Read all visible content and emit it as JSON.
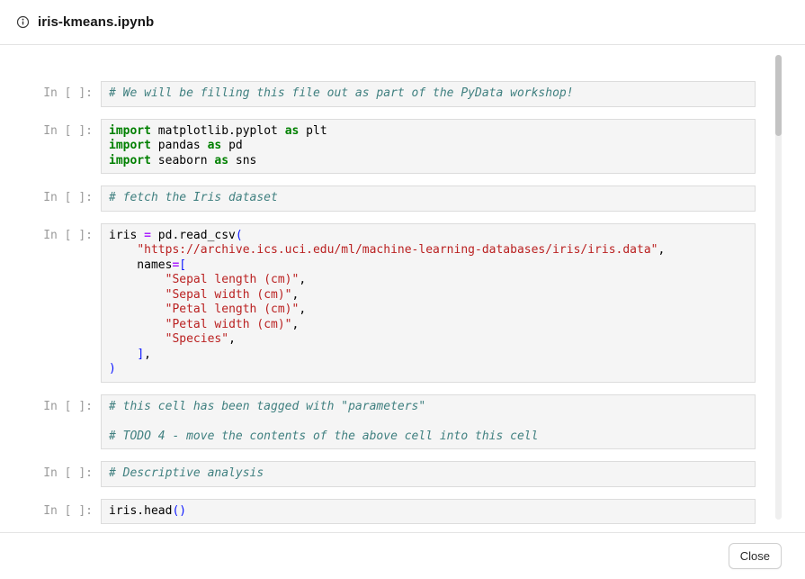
{
  "window": {
    "title": "iris-kmeans.ipynb",
    "close_label": "Close"
  },
  "colors": {
    "keyword": "#008000",
    "string": "#ba2121",
    "operator": "#aa22ff",
    "comment": "#408080",
    "bracket": "#0b16ff",
    "cell_background": "#f5f5f5",
    "cell_border": "#dcdcdc"
  },
  "notebook": {
    "prompt": "In [ ]:",
    "cells": [
      {
        "lines": [
          [
            [
              "c",
              "# We will be filling this file out as part of the PyData workshop!"
            ]
          ]
        ]
      },
      {
        "lines": [
          [
            [
              "k",
              "import"
            ],
            [
              "t",
              " matplotlib.pyplot "
            ],
            [
              "k",
              "as"
            ],
            [
              "t",
              " plt"
            ]
          ],
          [
            [
              "k",
              "import"
            ],
            [
              "t",
              " pandas "
            ],
            [
              "k",
              "as"
            ],
            [
              "t",
              " pd"
            ]
          ],
          [
            [
              "k",
              "import"
            ],
            [
              "t",
              " seaborn "
            ],
            [
              "k",
              "as"
            ],
            [
              "t",
              " sns"
            ]
          ]
        ]
      },
      {
        "lines": [
          [
            [
              "c",
              "# fetch the Iris dataset"
            ]
          ]
        ]
      },
      {
        "lines": [
          [
            [
              "t",
              "iris "
            ],
            [
              "o",
              "="
            ],
            [
              "t",
              " pd.read_csv"
            ],
            [
              "p",
              "("
            ]
          ],
          [
            [
              "t",
              "    "
            ],
            [
              "s",
              "\"https://archive.ics.uci.edu/ml/machine-learning-databases/iris/iris.data\""
            ],
            [
              "t",
              ","
            ]
          ],
          [
            [
              "t",
              "    names"
            ],
            [
              "o",
              "="
            ],
            [
              "p",
              "["
            ]
          ],
          [
            [
              "t",
              "        "
            ],
            [
              "s",
              "\"Sepal length (cm)\""
            ],
            [
              "t",
              ","
            ]
          ],
          [
            [
              "t",
              "        "
            ],
            [
              "s",
              "\"Sepal width (cm)\""
            ],
            [
              "t",
              ","
            ]
          ],
          [
            [
              "t",
              "        "
            ],
            [
              "s",
              "\"Petal length (cm)\""
            ],
            [
              "t",
              ","
            ]
          ],
          [
            [
              "t",
              "        "
            ],
            [
              "s",
              "\"Petal width (cm)\""
            ],
            [
              "t",
              ","
            ]
          ],
          [
            [
              "t",
              "        "
            ],
            [
              "s",
              "\"Species\""
            ],
            [
              "t",
              ","
            ]
          ],
          [
            [
              "t",
              "    "
            ],
            [
              "p",
              "]"
            ],
            [
              "t",
              ","
            ]
          ],
          [
            [
              "p",
              ")"
            ]
          ]
        ]
      },
      {
        "lines": [
          [
            [
              "c",
              "# this cell has been tagged with \"parameters\""
            ]
          ],
          [
            [
              "t",
              " "
            ]
          ],
          [
            [
              "c",
              "# TODO 4 - move the contents of the above cell into this cell"
            ]
          ]
        ]
      },
      {
        "lines": [
          [
            [
              "c",
              "# Descriptive analysis"
            ]
          ]
        ]
      },
      {
        "lines": [
          [
            [
              "t",
              "iris.head"
            ],
            [
              "p",
              "()"
            ]
          ]
        ]
      }
    ]
  }
}
